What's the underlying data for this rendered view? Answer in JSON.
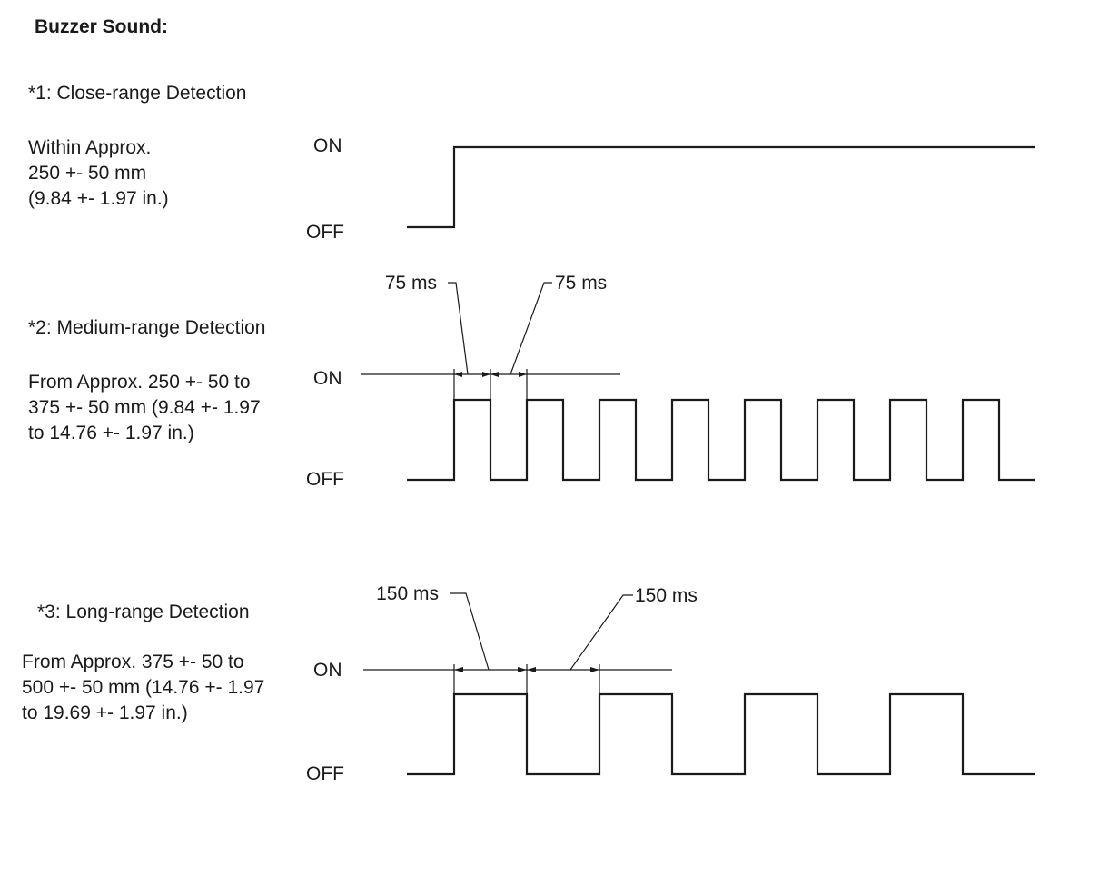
{
  "title": "Buzzer Sound:",
  "level_labels": {
    "on": "ON",
    "off": "OFF"
  },
  "sections": [
    {
      "id": "close",
      "heading": "*1: Close-range Detection",
      "description": [
        "Within Approx.",
        "250 +- 50 mm",
        "(9.84 +- 1.97 in.)"
      ],
      "mode": "continuous",
      "on_ms": null,
      "off_ms": null,
      "dimensions": []
    },
    {
      "id": "medium",
      "heading": "*2: Medium-range Detection",
      "description": [
        "From Approx. 250 +- 50 to",
        "375 +- 50 mm (9.84 +- 1.97",
        "to 14.76 +- 1.97 in.)"
      ],
      "mode": "intermittent",
      "on_ms": 75,
      "off_ms": 75,
      "pulses": 8,
      "dimensions": [
        {
          "label": "75 ms",
          "part": "on"
        },
        {
          "label": "75 ms",
          "part": "off"
        }
      ]
    },
    {
      "id": "long",
      "heading": "*3: Long-range Detection",
      "description": [
        "From Approx. 375 +- 50 to",
        "500 +- 50 mm (14.76 +- 1.97",
        "to 19.69 +- 1.97 in.)"
      ],
      "mode": "intermittent",
      "on_ms": 150,
      "off_ms": 150,
      "pulses": 4,
      "dimensions": [
        {
          "label": "150 ms",
          "part": "on"
        },
        {
          "label": "150 ms",
          "part": "off"
        }
      ]
    }
  ]
}
